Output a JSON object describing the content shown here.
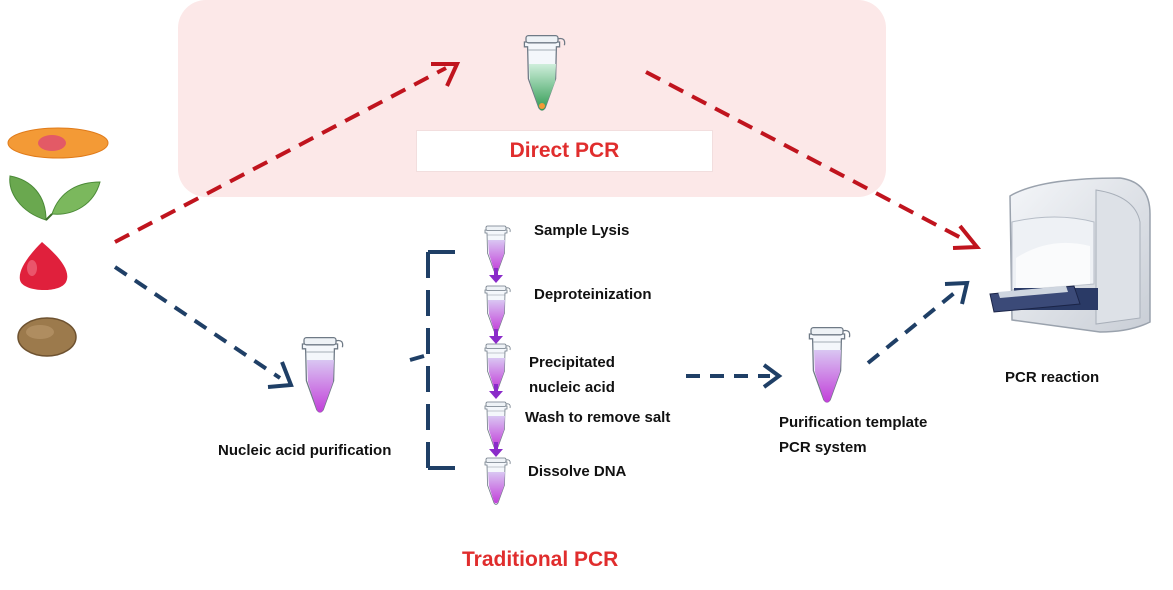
{
  "colors": {
    "direct_red": "#c0141e",
    "traditional_navy": "#1f3f66",
    "direct_box_bg": "#fce8e8",
    "title_red": "#e02d2d",
    "step_arrow_purple": "#8a2bc9",
    "liquid_purple": "#c44bd6",
    "liquid_green": "#3aa05a"
  },
  "direct": {
    "title": "Direct PCR"
  },
  "traditional": {
    "title": "Traditional PCR",
    "purification_label": "Nucleic acid purification",
    "steps": [
      {
        "label": "Sample Lysis"
      },
      {
        "label": "Deproteinization"
      },
      {
        "label_line1": "Precipitated",
        "label_line2": "nucleic acid"
      },
      {
        "label": "Wash to remove salt"
      },
      {
        "label": "Dissolve DNA"
      }
    ],
    "template_line1": "Purification template",
    "template_line2": "PCR system"
  },
  "machine": {
    "label": "PCR reaction"
  },
  "samples": [
    {
      "icon": "seed-orange-icon"
    },
    {
      "icon": "leaf-icon"
    },
    {
      "icon": "red-droplet-icon"
    },
    {
      "icon": "brown-bean-icon"
    }
  ]
}
